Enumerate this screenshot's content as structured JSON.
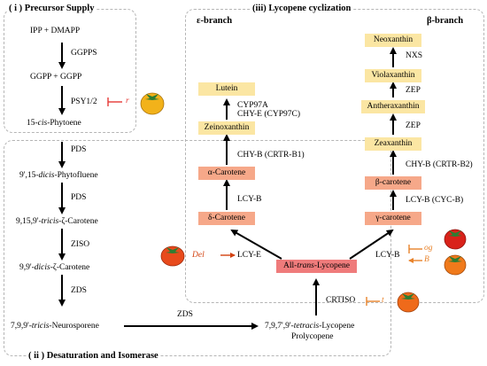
{
  "panels": {
    "precursor": {
      "title": "( i ) Precursor Supply"
    },
    "desaturation": {
      "title": "( ii ) Desaturation and Isomerase"
    },
    "cyclization": {
      "title": "(iii) Lycopene cyclization",
      "epsilon_title": "ε-branch",
      "beta_title": "β-branch"
    }
  },
  "precursor": {
    "ipp": "IPP + DMAPP",
    "ggpps": "GGPPS",
    "ggpp": "GGPP + GGPP",
    "psy": "PSY1/2",
    "psy_mutant": "r",
    "phytoene_prefix": "15-",
    "phytoene_italic": "cis",
    "phytoene_suffix": "-Phytoene"
  },
  "desaturation": {
    "pds1": "PDS",
    "phytofluene_prefix": "9',15-",
    "phytofluene_italic": "dicis",
    "phytofluene_suffix": "-Phytofluene",
    "pds2": "PDS",
    "zeta_tricis_prefix": "9,15,9'-",
    "zeta_tricis_italic": "tricis",
    "zeta_tricis_suffix": "-ζ-Carotene",
    "ziso": "ZISO",
    "zeta_dicis_prefix": "9,9'-",
    "zeta_dicis_italic": "dicis",
    "zeta_dicis_suffix": "-ζ-Carotene",
    "zds1": "ZDS",
    "neuro_prefix": "7,9,9'-",
    "neuro_italic": "tricis",
    "neuro_suffix": "-Neurosporene",
    "zds2": "ZDS",
    "prolycopene_line1_prefix": "7,9,7',9'-",
    "prolycopene_line1_italic": "tetracis",
    "prolycopene_line1_suffix": "-Lycopene",
    "prolycopene_line2": "Prolycopene",
    "crtiso": "CRTISO",
    "crtiso_mutant": "t"
  },
  "cyclization": {
    "lycopene_prefix": "All-",
    "lycopene_italic": "trans",
    "lycopene_suffix": "-Lycopene",
    "epsilon": {
      "lcy_e": "LCY-E",
      "del_mutant": "Del",
      "delta_carotene": "δ-Carotene",
      "lcy_b": "LCY-B",
      "alpha_carotene": "α-Carotene",
      "chy_b": "CHY-B (CRTR-B1)",
      "zeinoxanthin": "Zeinoxanthin",
      "cyp97a": "CYP97A",
      "chy_e": "CHY-E (CYP97C)",
      "lutein": "Lutein"
    },
    "beta": {
      "lcy_b": "LCY-B",
      "og_mutant": "og",
      "b_mutant": "B",
      "gamma_carotene": "γ-carotene",
      "lcy_b_cyc": "LCY-B (CYC-B)",
      "beta_carotene": "β-carotene",
      "chy_b2": "CHY-B (CRTR-B2)",
      "zeaxanthin": "Zeaxanthin",
      "zep1": "ZEP",
      "antheraxanthin": "Antheraxanthin",
      "zep2": "ZEP",
      "violaxanthin": "Violaxanthin",
      "nxs": "NXS",
      "neoxanthin": "Neoxanthin"
    }
  },
  "colors": {
    "box_yellow": "#fbe6a3",
    "box_orange": "#f6a889",
    "box_red": "#ef7b7b",
    "mutant_red": "#e53935",
    "mutant_orange": "#e8822a"
  }
}
